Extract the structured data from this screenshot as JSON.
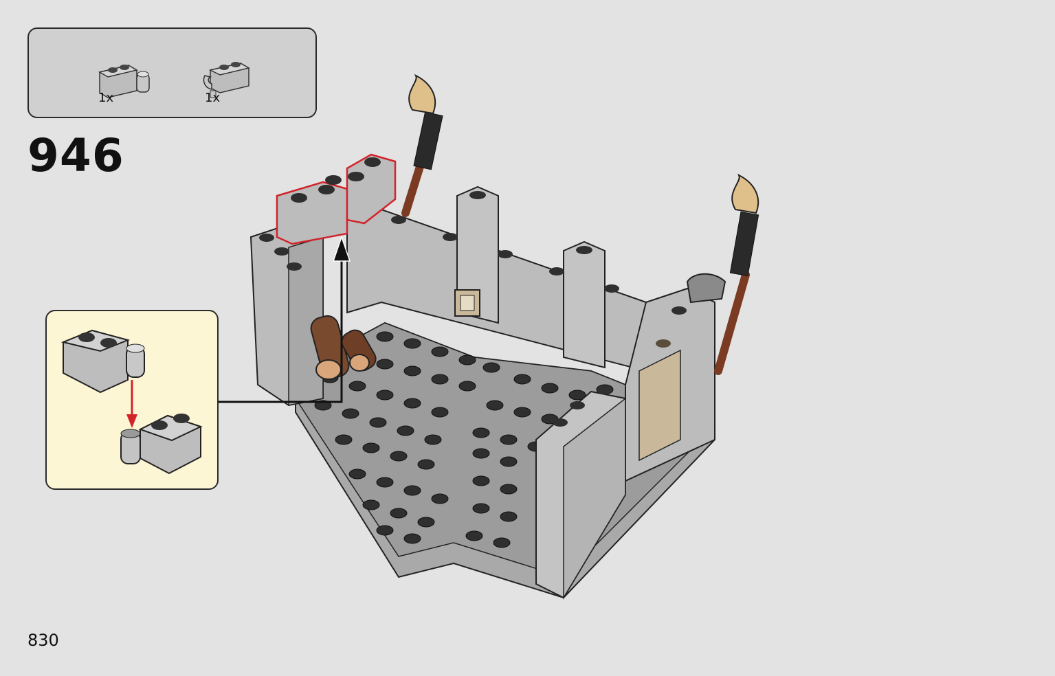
{
  "parts": [
    {
      "icon": "brick-1x2-with-hinge-icon",
      "qty": "1x"
    },
    {
      "icon": "brick-1x2-with-clip-icon",
      "qty": "1x"
    }
  ],
  "step_number": "946",
  "page_number": "830",
  "colors": {
    "background": "#e3e3e3",
    "parts_box": "#d0d0d0",
    "callout": "#fdf6d4",
    "highlight": "#d2232a",
    "brick_light_grey": "#b8b8b8",
    "stud_dark": "#3a3a3a",
    "tan": "#c9b99a",
    "torch_flame": "#e0c08a",
    "torch_pole": "#7a3b22"
  }
}
